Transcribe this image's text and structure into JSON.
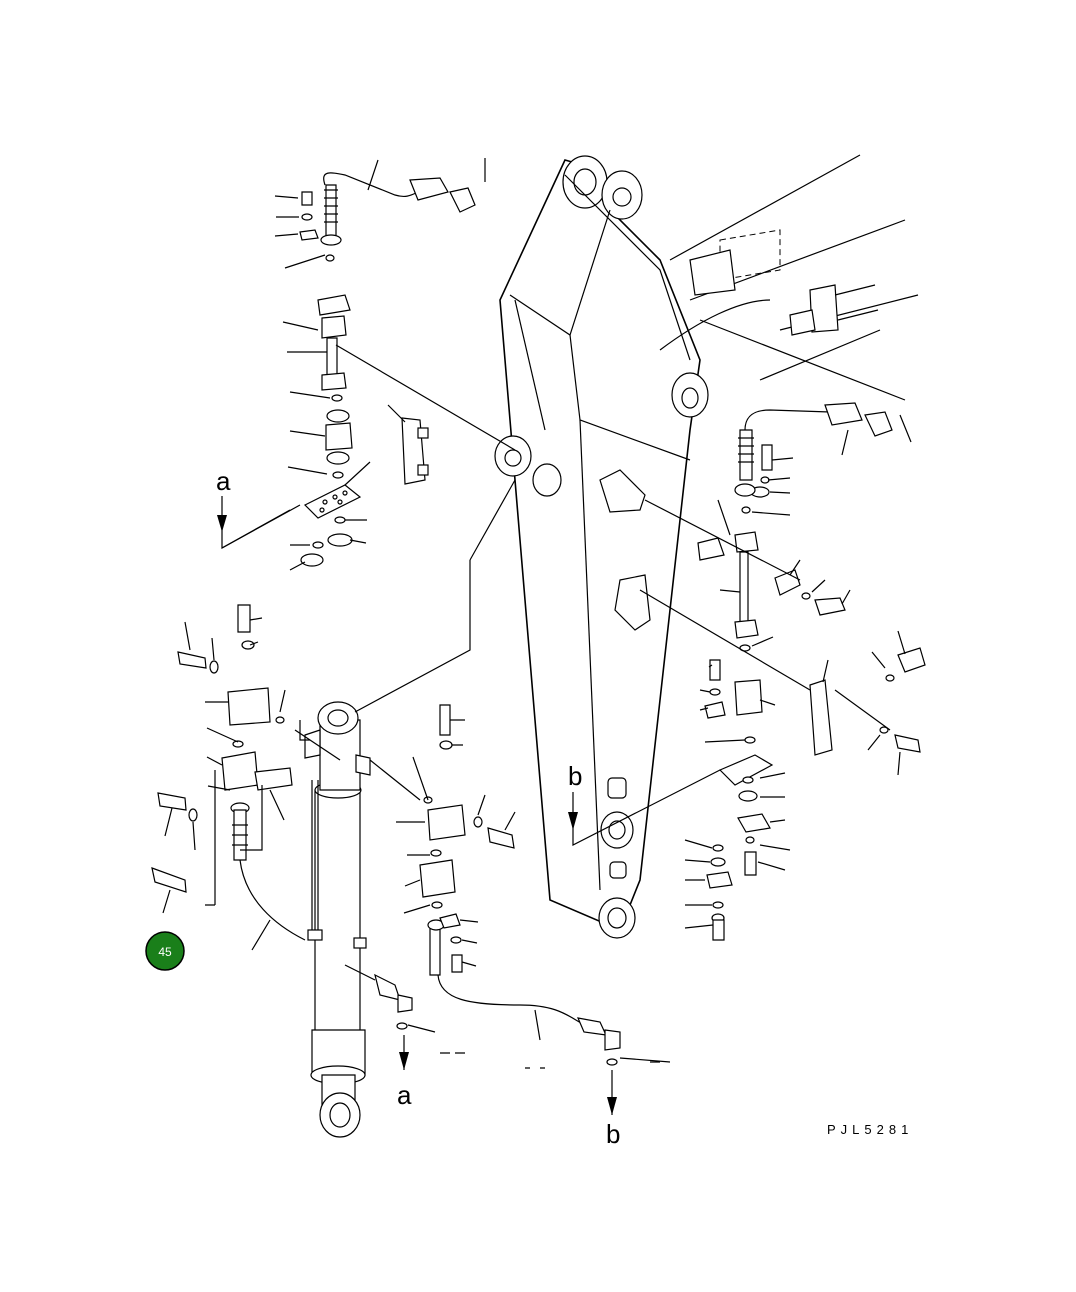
{
  "drawing_code": "PJL5281",
  "markers": {
    "a_top": "a",
    "b_top": "b",
    "a_bottom": "a",
    "b_bottom": "b"
  },
  "callout": {
    "label": "45",
    "color": "#1a7f1a"
  }
}
